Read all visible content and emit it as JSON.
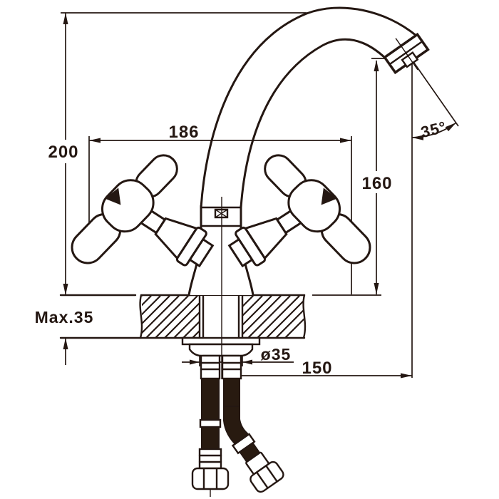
{
  "labels": {
    "height_total": "200",
    "handle_spread": "186",
    "spout_height": "160",
    "spout_angle": "35°",
    "deck_max_thickness": "Max.35",
    "hole_diameter": "ø35",
    "spout_reach": "150"
  },
  "colors": {
    "line": "#241712",
    "hose": "#281a10",
    "background": "#ffffff"
  }
}
